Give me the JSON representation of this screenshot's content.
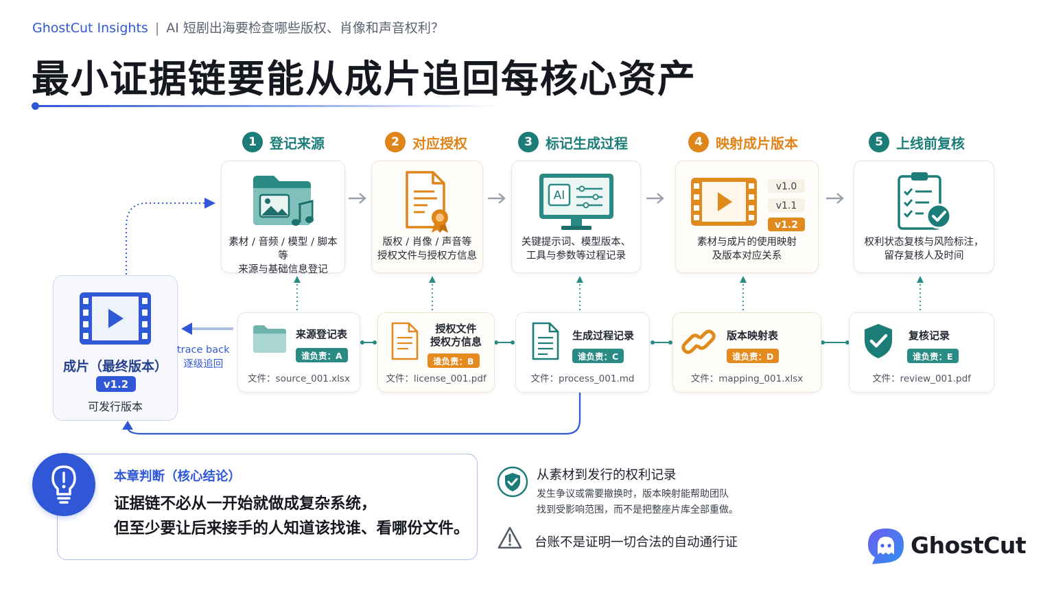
{
  "header": {
    "brand": "GhostCut Insights",
    "separator": "|",
    "topic": "AI 短剧出海要检查哪些版权、肖像和声音权利？",
    "title": "最小证据链要能从成片追回每核心资产"
  },
  "steps": [
    {
      "num": "1",
      "label": "登记来源",
      "text": "素材 / 音频 / 模型 / 脚本等\n来源与基础信息登记"
    },
    {
      "num": "2",
      "label": "对应授权",
      "text": "版权 / 肖像 / 声音等\n授权文件与授权方信息"
    },
    {
      "num": "3",
      "label": "标记生成过程",
      "text": "关键提示词、模型版本、\n工具与参数等过程记录"
    },
    {
      "num": "4",
      "label": "映射成片版本",
      "text": "素材与成片的使用映射\n及版本对应关系"
    },
    {
      "num": "5",
      "label": "上线前复核",
      "text": "权利状态复核与风险标注，\n留存复核人及时间"
    }
  ],
  "icon_labels": {
    "ai": "AI",
    "versions": [
      "v1.0",
      "v1.1",
      "v1.2"
    ]
  },
  "records": [
    {
      "title": "来源登记表",
      "owner": "谁负责：A",
      "file": "文件：source_001.xlsx"
    },
    {
      "title": "授权文件\n授权方信息",
      "owner": "谁负责：B",
      "file": "文件：license_001.pdf"
    },
    {
      "title": "生成过程记录",
      "owner": "谁负责：C",
      "file": "文件：process_001.md"
    },
    {
      "title": "版本映射表",
      "owner": "谁负责：D",
      "file": "文件：mapping_001.xlsx"
    },
    {
      "title": "复核记录",
      "owner": "谁负责：E",
      "file": "文件：review_001.pdf"
    }
  ],
  "final_product": {
    "label": "成片（最终版本）",
    "version": "v1.2",
    "sub": "可发行版本"
  },
  "trace": {
    "en": "trace back",
    "zh": "逐级追回"
  },
  "conclusion": {
    "label": "本章判断（核心结论）",
    "text": "证据链不必从一开始就做成复杂系统，\n但至少要让后来接手的人知道该找谁、看哪份文件。"
  },
  "notes": {
    "shield_title": "从素材到发行的权利记录",
    "shield_desc": "发生争议或需要撤换时，版本映射能帮助团队\n找到受影响范围，而不是把整座片库全部重做。",
    "warning": "台账不是证明一切合法的自动通行证"
  },
  "logo": {
    "text": "GhostCut"
  },
  "colors": {
    "blue": "#2f57d6",
    "teal": "#1c7d78",
    "orange": "#de8418"
  }
}
